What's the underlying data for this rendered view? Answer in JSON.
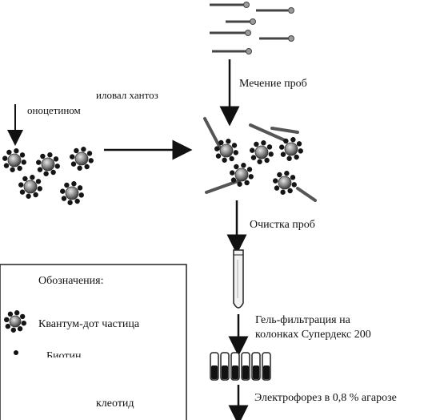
{
  "labels": {
    "top_left_line1": "иловал  хантоз",
    "top_left_line2": "оноцетином",
    "labeling": "Мечение проб",
    "purification": "Очистка проб",
    "gel_filtration_line1": "Гель-фильтрация на",
    "gel_filtration_line2": "колонках Супердекс  200",
    "electrophoresis": "Электрофорез в 0,8 % агарозе"
  },
  "legend": {
    "title": "Обозначения:",
    "items": [
      {
        "icon": "quantum-dot-icon",
        "label": "Квантум-дот частица"
      },
      {
        "icon": "biotin-icon",
        "label": "Биотин"
      },
      {
        "icon": "nucleotide-icon",
        "label": "клеотид"
      }
    ]
  },
  "colors": {
    "line": "#111111",
    "probe_stick": "#555555",
    "qd_core": "#7a7a7a",
    "qd_spike": "#151515"
  }
}
